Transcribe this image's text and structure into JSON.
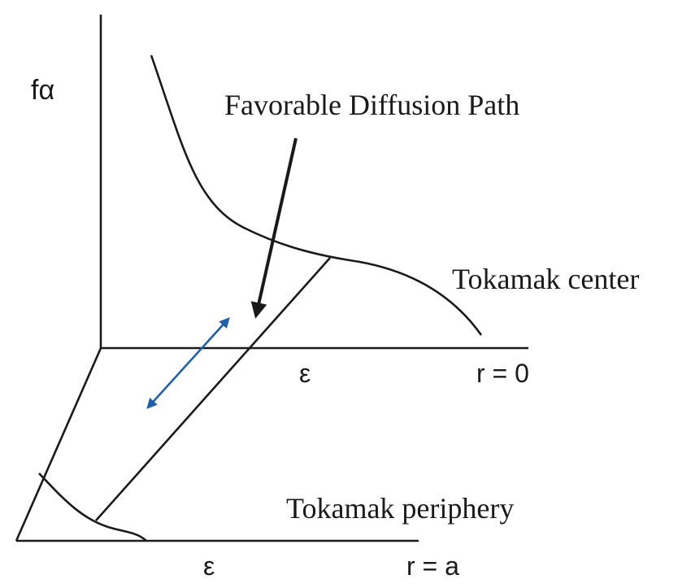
{
  "diagram": {
    "labels": {
      "f_alpha": "fα",
      "favorable_path": "Favorable Diffusion Path",
      "tokamak_center": "Tokamak center",
      "tokamak_periphery": "Tokamak periphery",
      "epsilon_center": "ε",
      "r_center": "r = 0",
      "epsilon_periphery": "ε",
      "r_periphery": "r = a"
    },
    "colors": {
      "ink": "#1a1a1a",
      "double_arrow": "#1f5fae"
    }
  }
}
